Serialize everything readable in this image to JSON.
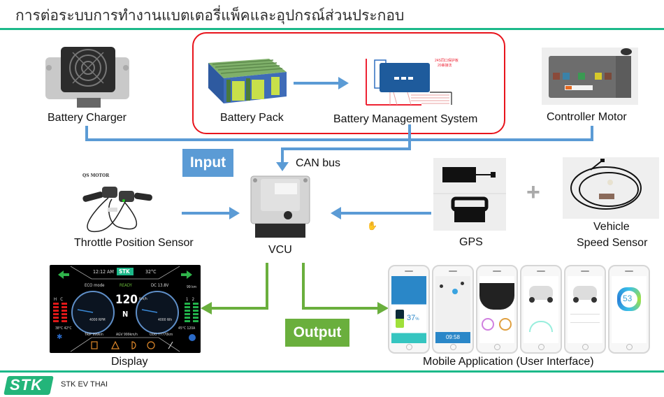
{
  "header": {
    "title": "การต่อระบบการทำงานแบตเตอรี่แพ็คและอุปกรณ์ส่วนประกอบ"
  },
  "components": {
    "battery_charger": "Battery Charger",
    "battery_pack": "Battery Pack",
    "bms": "Battery Management System",
    "controller_motor": "Controller Motor",
    "throttle_sensor": "Throttle Position Sensor",
    "vcu": "VCU",
    "gps": "GPS",
    "vehicle_speed_sensor_line1": "Vehicle",
    "vehicle_speed_sensor_line2": "Speed Sensor",
    "display": "Display",
    "mobile_app": "Mobile Application (User Interface)"
  },
  "tags": {
    "input": "Input",
    "output": "Output",
    "can_bus": "CAN bus",
    "plus": "+"
  },
  "images": {
    "throttle_brand": "QS MOTOR",
    "bms_note_line1": "24S同口保护板",
    "bms_note_line2": "20串接法"
  },
  "dashboard": {
    "time": "12:12 AM",
    "brand": "STK",
    "temp": "32°C",
    "mode": "ECO mode",
    "status": "READY",
    "voltage": "DC 13.8V",
    "speed": "120",
    "speed_unit": "Km/h",
    "gear": "N",
    "rpm": "4000 RPM",
    "wh": "4000 Wh",
    "range": "99 km",
    "left_temps": "38°C  42°C",
    "right_temps": "45°C  120A",
    "trip": "TRIP 999km",
    "avg": "AGV 999km/h",
    "odo": "ODO 77770km",
    "bar_left_labels": [
      "H",
      "C"
    ],
    "bar_right_labels": [
      "1",
      "2"
    ]
  },
  "phones": {
    "battery_percent": "37",
    "battery_unit": "%",
    "timer": "09:58",
    "score": "53"
  },
  "footer": {
    "logo": "STK",
    "company": "STK EV THAI"
  },
  "colors": {
    "accent_green": "#1db98a",
    "input_blue": "#5b9bd5",
    "output_green": "#6aaf3d",
    "highlight_red": "#e8141c"
  }
}
